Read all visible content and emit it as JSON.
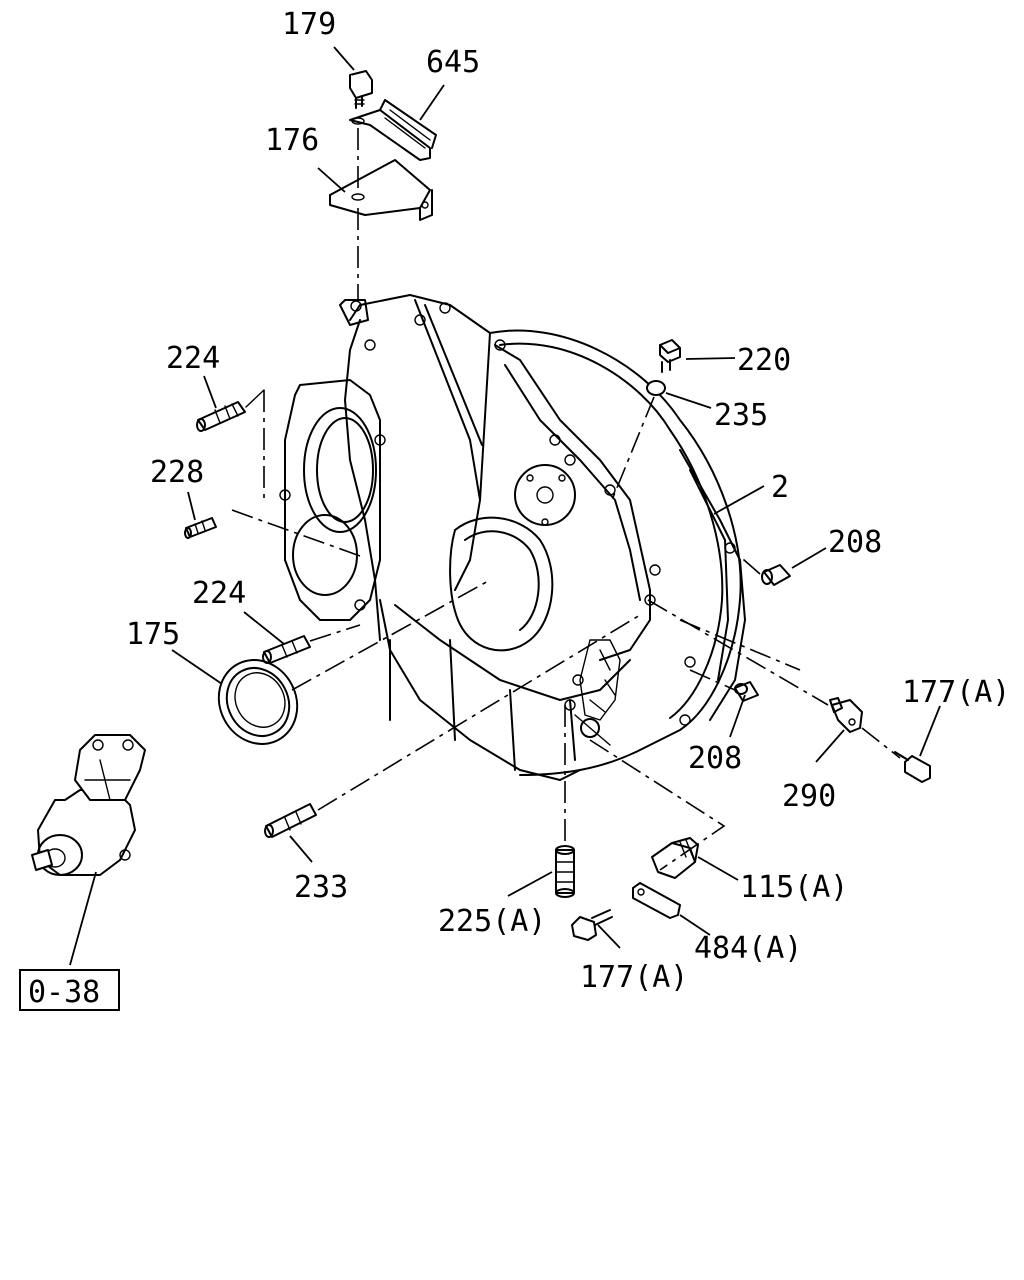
{
  "labels": {
    "p179": "179",
    "p645": "645",
    "p176": "176",
    "p224a": "224",
    "p220": "220",
    "p235": "235",
    "p228": "228",
    "p2": "2",
    "p208a": "208",
    "p224b": "224",
    "p175": "175",
    "p177a": "177(A)",
    "p208b": "208",
    "p290": "290",
    "p233": "233",
    "p115": "115(A)",
    "p225": "225(A)",
    "p484": "484(A)",
    "p177b": "177(A)",
    "ref": "0-38"
  }
}
